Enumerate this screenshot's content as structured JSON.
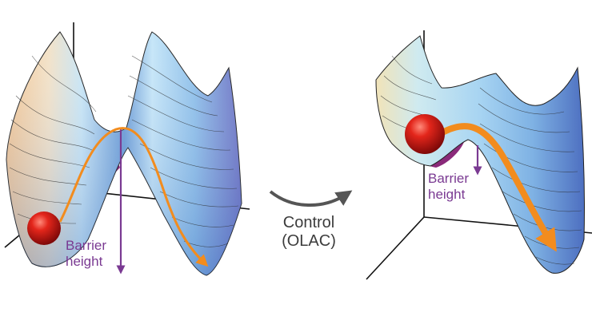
{
  "diagram": {
    "left_panel": {
      "barrier_label_line1": "Barrier",
      "barrier_label_line2": "height"
    },
    "right_panel": {
      "barrier_label_line1": "Barrier",
      "barrier_label_line2": "height"
    },
    "transition": {
      "label_line1": "Control",
      "label_line2": "(OLAC)"
    },
    "colors": {
      "surface_warm": "#f2c99a",
      "surface_cool": "#a9d3ef",
      "surface_deep": "#4f78c4",
      "underside": "#8a2a7a",
      "arrow": "#f28c1e",
      "barrier": "#7a3a92",
      "ball": "#d01818",
      "axes": "#111111",
      "control_arrow": "#555555"
    }
  }
}
